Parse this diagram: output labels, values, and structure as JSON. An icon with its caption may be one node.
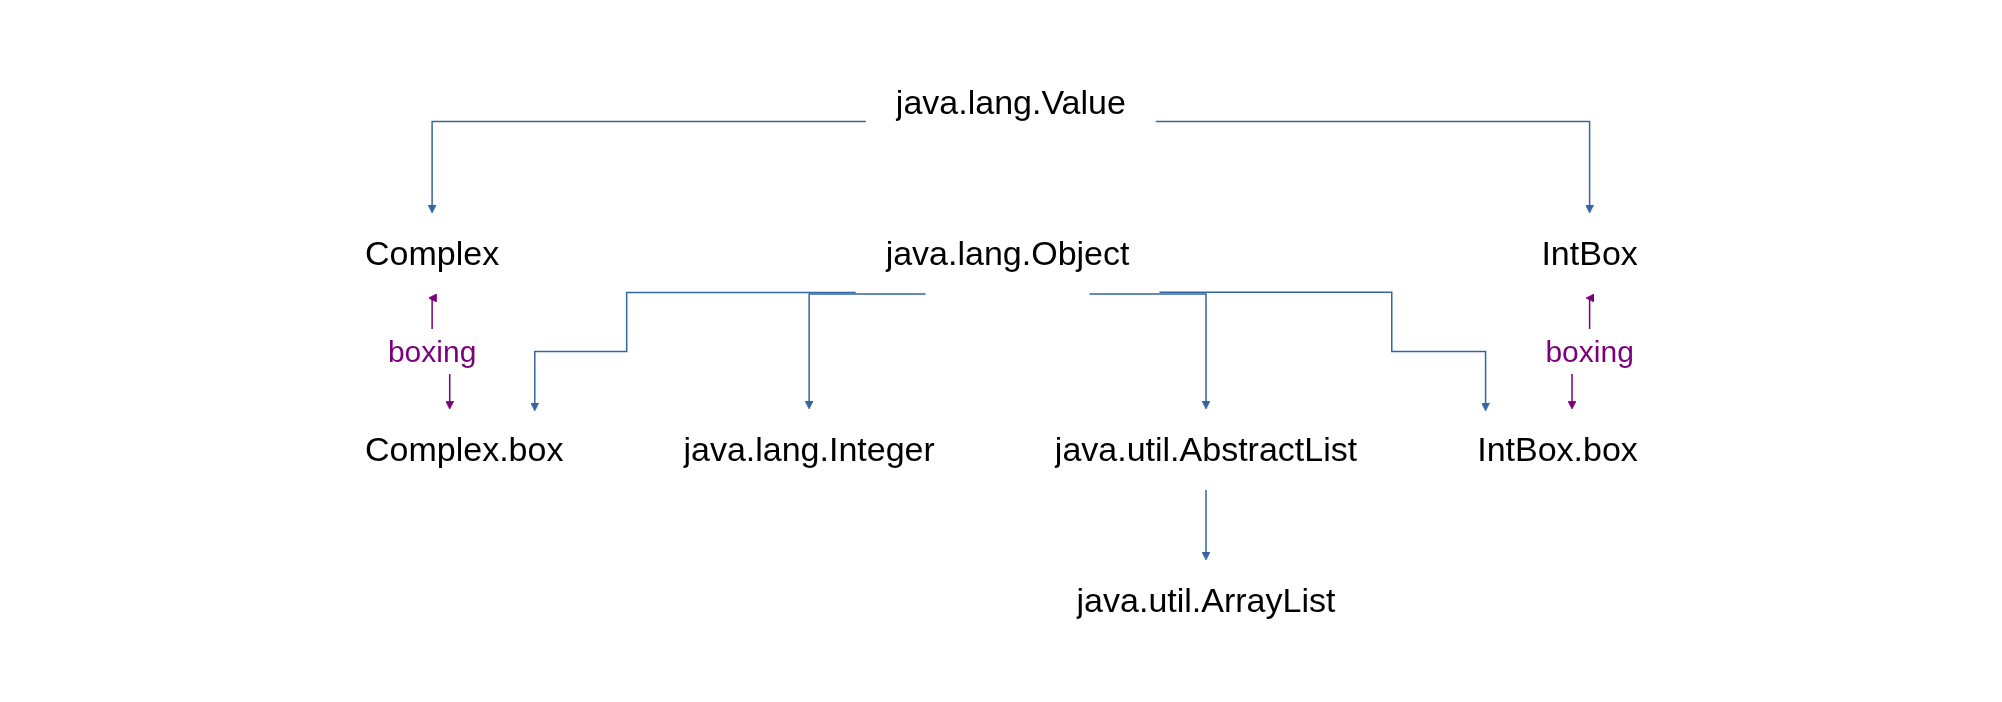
{
  "diagram": {
    "nodes": [
      {
        "text": [
          "java.lang.Value"
        ]
      },
      {
        "text": [
          "java.lang.Object"
        ]
      },
      {
        "text": [
          "Complex"
        ]
      },
      {
        "text": [
          "Complex.box"
        ]
      },
      {
        "text": [
          "java.lang.Integer"
        ]
      },
      {
        "text": [
          "java.util.AbstractList"
        ]
      },
      {
        "text": [
          "IntBox"
        ]
      },
      {
        "text": [
          "IntBox.box"
        ]
      },
      {
        "text": [
          "java.util.ArrayList"
        ]
      }
    ],
    "edges": [
      {
        "from": 0,
        "to": 2,
        "arrow": "to"
      },
      {
        "from": 0,
        "to": 6,
        "arrow": "to"
      },
      {
        "from": 2,
        "to": 3,
        "arrow": "both",
        "label": "boxing",
        "color": "#7b007b"
      },
      {
        "from": 1,
        "to": 3,
        "arrow": "to"
      },
      {
        "from": 1,
        "to": 4,
        "arrow": "to"
      },
      {
        "from": 1,
        "to": 5,
        "arrow": "to"
      },
      {
        "from": 1,
        "to": 7,
        "arrow": "to"
      },
      {
        "from": 6,
        "to": 7,
        "arrow": "both",
        "label": "boxing",
        "color": "#7b007b"
      },
      {
        "from": 5,
        "to": 8,
        "arrow": "to"
      }
    ]
  }
}
